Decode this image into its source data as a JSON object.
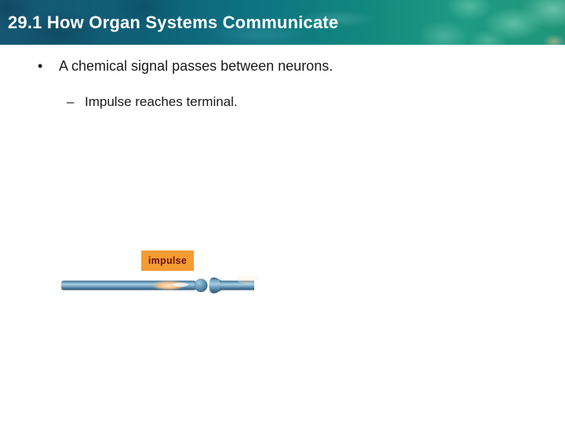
{
  "slide": {
    "title": "29.1 How Organ Systems Communicate",
    "bullets": [
      {
        "marker": "•",
        "text": "A chemical signal passes between neurons."
      },
      {
        "marker": "–",
        "text": "Impulse reaches terminal."
      }
    ],
    "diagram": {
      "impulse_label": "impulse",
      "label_bg_color": "#F59B33",
      "label_text_color": "#6B1010",
      "axon_color": "#8FB8D0",
      "impulse_glow_color": "#F6BE85"
    },
    "colors": {
      "header_left": "#155672",
      "header_right": "#1F9478",
      "title_color": "#FFFFFF",
      "body_text_color": "#1A1A1A"
    }
  }
}
